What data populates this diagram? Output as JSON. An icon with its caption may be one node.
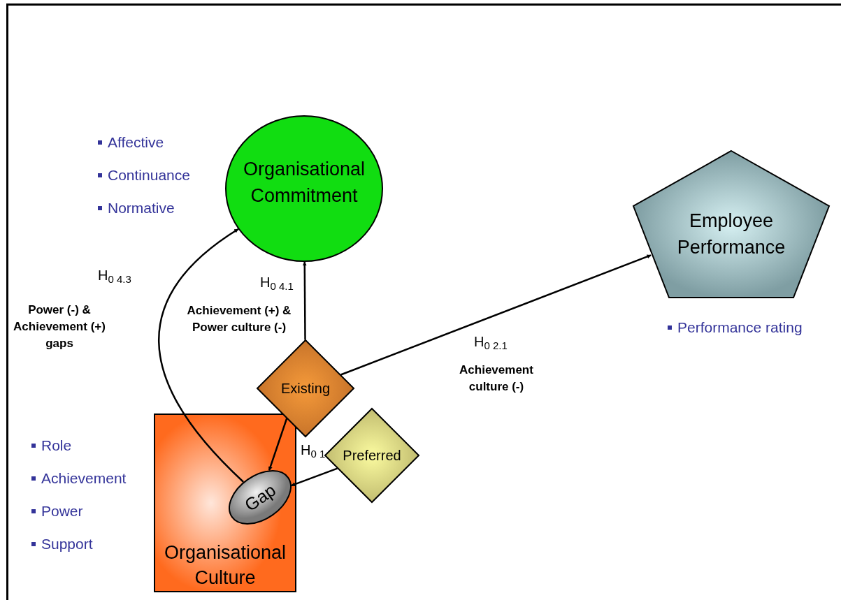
{
  "diagram": {
    "nodes": [
      {
        "text": [
          "Organisational Commitment"
        ],
        "beside": [
          "Affective",
          "Continuance",
          "Normative"
        ]
      },
      {
        "text": [
          "Employee Performance"
        ],
        "beside": [
          "Performance rating"
        ]
      },
      {
        "text": [
          "Organisational Culture"
        ],
        "beside": [
          "Role",
          "Achievement",
          "Power",
          "Support"
        ]
      },
      {
        "text": [
          "Gap"
        ],
        "in": 2
      },
      {
        "text": [
          "Existing"
        ]
      },
      {
        "text": [
          "Preferred"
        ]
      }
    ],
    "edges": [
      {
        "from": 4,
        "to": 0,
        "arrow": "to",
        "label": "H$_{0 4.1}$"
      },
      {
        "from": 4,
        "to": 1,
        "arrow": "to",
        "label": "H$_{0 2.1}$"
      },
      {
        "from": 4,
        "to": 3,
        "arrow": "to"
      },
      {
        "from": 5,
        "to": 3,
        "arrow": "to"
      },
      {
        "from": 3,
        "to": 0,
        "arrow": "to",
        "label": "H$_{0 4.3}$"
      }
    ],
    "labels": [
      "Power (-) & Achievement (+) gaps",
      "Achievement (+) & Power culture (-)",
      "Achievement culture (-)",
      "H$_{0 1}$"
    ]
  }
}
